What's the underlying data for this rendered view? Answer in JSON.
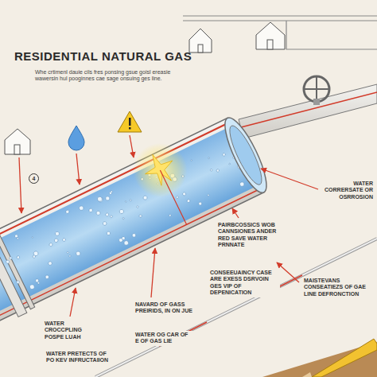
{
  "diagram": {
    "title": "RESIDENTIAL NATURAL GAS",
    "labels": [
      "Whe crtimenl dauie cils fres ponsing gsue goisl ereasie wawersin hul pooginnes cae sage onsuing ges line.",
      "4",
      "WATER CORRERSATE OR OSRROSION",
      "PAIRBCOSSICS WOB CANNSIONES ANDER RED SAVE WATER PRNNATE",
      "NAVARD OF GASS PREIRIDS, IN ON JUE",
      "CONSEEUAINCY CASE ARE EXESS DSRVOIN GES VIP OF DEPENICATION",
      "WATER CROCCPLING POSPE LUAH",
      "WATER OG CAR OF E OF GAS LIE",
      "WATER PRETECTS OF PO KEV INFRUCTAIION",
      "MAISTEVANS CONSEATIEZS OF GAE LINE DEFRONCTION"
    ]
  }
}
